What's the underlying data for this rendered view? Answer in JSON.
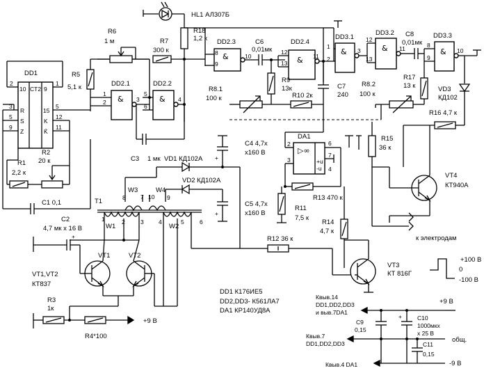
{
  "components": {
    "hl1": "HL1 АЛ307Б",
    "dd1": "DD1",
    "ct2": "CT2",
    "r5": "R5",
    "r5_val": "5,1 к",
    "r6": "R6",
    "r6_val": "1 м",
    "r7": "R7",
    "r7_val": "300 к",
    "r18": "R18",
    "r18_val": "1,2 к",
    "dd21": "DD2.1",
    "dd22": "DD2.2",
    "dd23": "DD2.3",
    "dd24": "DD2.4",
    "dd31": "DD3.1",
    "dd32": "DD3.2",
    "dd33": "DD3.3",
    "c6": "C6",
    "c6_val": "0,01мк",
    "c8": "C8",
    "c8_val": "0,01мк",
    "r9": "R9",
    "r9_val": "13к",
    "r81": "R8.1",
    "r81_val": "100 к",
    "r82": "R8.2",
    "r82_val": "100 к",
    "r10": "R10 2к",
    "c7": "C7",
    "c7_val": "240",
    "r17": "R17",
    "r17_val": "13 к",
    "vd3": "VD3",
    "vd3_val": "КД102",
    "r16": "R16 4,7 к",
    "r2": "R2",
    "r2_val": "20 к",
    "r1": "R1",
    "r1_val": "2,2 к",
    "c1": "C1  0,1",
    "c3": "C3",
    "c3_val": "1 мк",
    "vd1": "VD1 КД102А",
    "vd2": "VD2 КД102А",
    "c4": "C4 4,7х",
    "c4_val": "х160 В",
    "c5": "C5 4,7х",
    "c5_val": "х160 В",
    "da1": "DA1",
    "r15": "R15",
    "r15_val": "36 к",
    "vt4": "VT4",
    "vt4_val": "КТ940А",
    "r13": "R13 470 к",
    "r11": "R11",
    "r11_val": "7,5 к",
    "r14": "R14",
    "r14_val": "4,7 к",
    "electrodes": "к электродам",
    "r12": "R12 36 к",
    "vt3": "VT3",
    "vt3_val": "КТ 816Г",
    "t1": "T1",
    "w1": "W1",
    "w2": "W2",
    "w3": "W3",
    "w4": "W4",
    "c2": "C2",
    "c2_val": "4,7 мк х 16 В",
    "vt1": "VT1",
    "vt2": "VT2",
    "vt12": "VT1,VT2",
    "vt12_val": "КТ837",
    "r3": "R3",
    "r3_val": "1к",
    "r4": "R4*100",
    "plus9_left": "+9 В",
    "pulse_plus": "+100 В",
    "pulse_zero": "0",
    "pulse_minus": "-100 В"
  },
  "notes": {
    "line1": "DD1 К176ИЕ5",
    "line2": "DD2,DD3- К561ЛА7",
    "line3": "DA1 КР140УД8А"
  },
  "power": {
    "k14_a": "Квыв.14",
    "k14_b": "DD1,DD2,DD3",
    "k14_c": "и выв.7DA1",
    "plus9": "+9  В",
    "c9": "C9",
    "c9_val": "0,15",
    "c10": "C10",
    "c10_val": "1000мкх",
    "c10_val2": "х 25 В",
    "k7_a": "Квыв.7",
    "k7_b": "DD1,DD2,DD3",
    "common": "общ.",
    "c11": "C11",
    "c11_val": "0,15",
    "k4": "Квыв.4 DA1",
    "minus9": "-9  В"
  },
  "pins": {
    "p1": "1",
    "p2": "2",
    "p3": "3",
    "p4": "4",
    "p5": "5",
    "p6": "6",
    "p7": "7",
    "p8": "8",
    "p9": "9",
    "p10": "10",
    "p11": "11",
    "p12": "12",
    "p13": "13",
    "p15": "15",
    "pR": "R",
    "pS": "S",
    "pZ": "Z",
    "pK": "K",
    "pKb": "K̄",
    "amp": "&",
    "opamp": "▷∞"
  }
}
